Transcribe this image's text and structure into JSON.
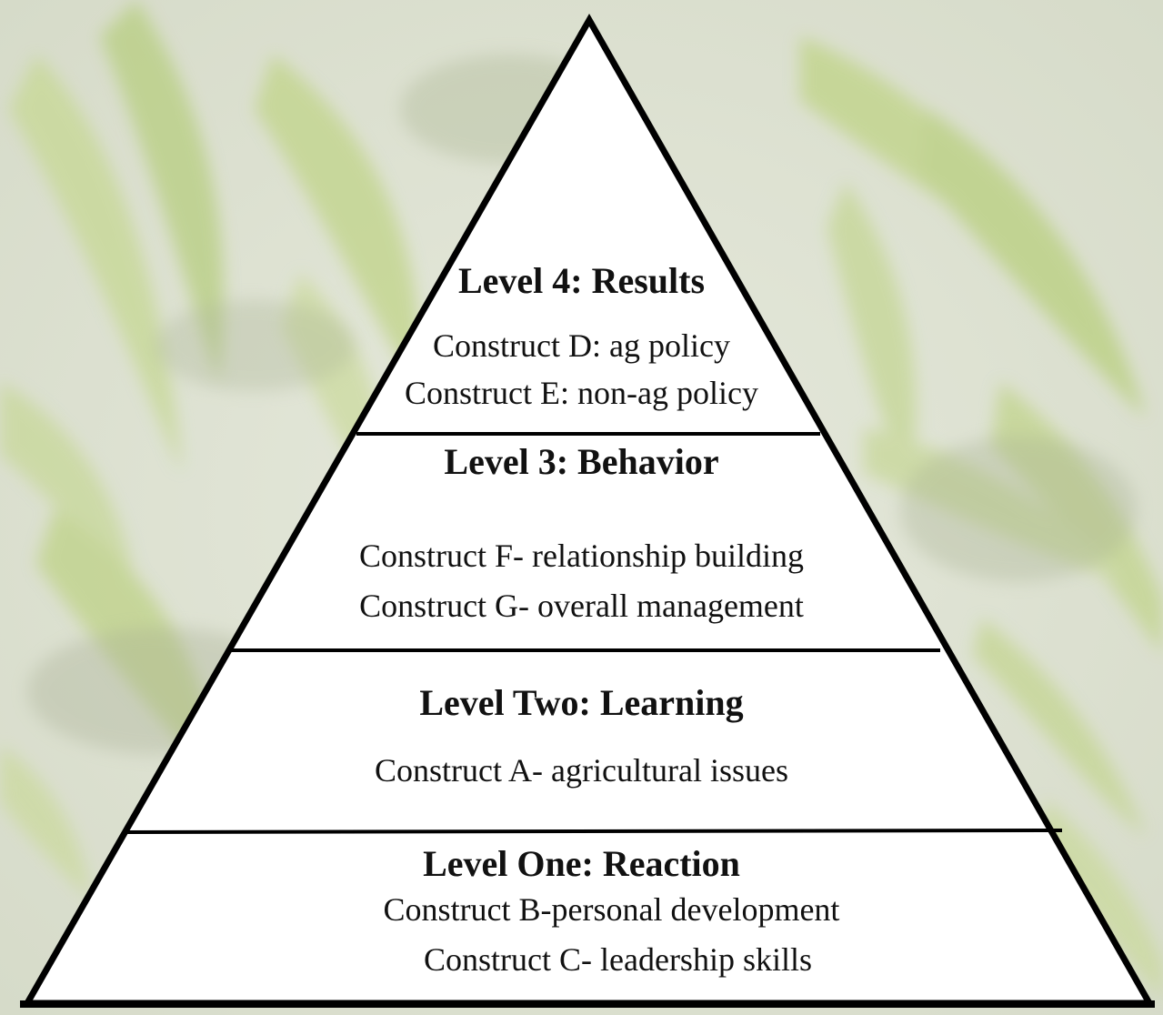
{
  "diagram": {
    "levels": [
      {
        "title": "Level 4: Results",
        "constructs": [
          "Construct D: ag policy",
          "Construct E: non-ag policy"
        ]
      },
      {
        "title": "Level 3: Behavior",
        "constructs": [
          "Construct F- relationship building",
          "Construct G- overall management"
        ]
      },
      {
        "title": "Level Two: Learning",
        "constructs": [
          "Construct A- agricultural issues"
        ]
      },
      {
        "title": "Level One: Reaction",
        "constructs": [
          "Construct B-personal development",
          "Construct C- leadership skills"
        ]
      }
    ]
  },
  "colors": {
    "background_photo": "#dfe3d3",
    "leaf": "#b9cf86",
    "pyramid_fill": "#ffffff",
    "stroke": "#000000"
  }
}
